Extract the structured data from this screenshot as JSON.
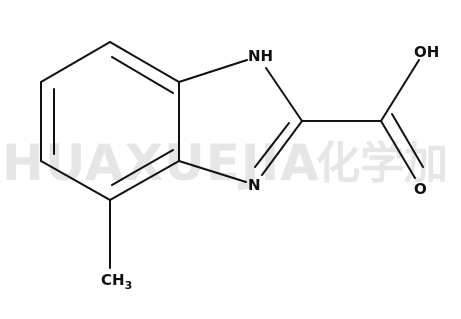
{
  "watermark": {
    "latin": "HUAXUEJIA",
    "registered": "®",
    "cjk": "化学加"
  },
  "atoms": {
    "nh": "NH",
    "n": "N",
    "oh": "OH",
    "o": "O",
    "methyl_main": "CH",
    "methyl_sub": "3"
  },
  "colors": {
    "bond": "#111111",
    "label": "#111111",
    "watermark": "#e6e6e6",
    "background": "#ffffff"
  }
}
